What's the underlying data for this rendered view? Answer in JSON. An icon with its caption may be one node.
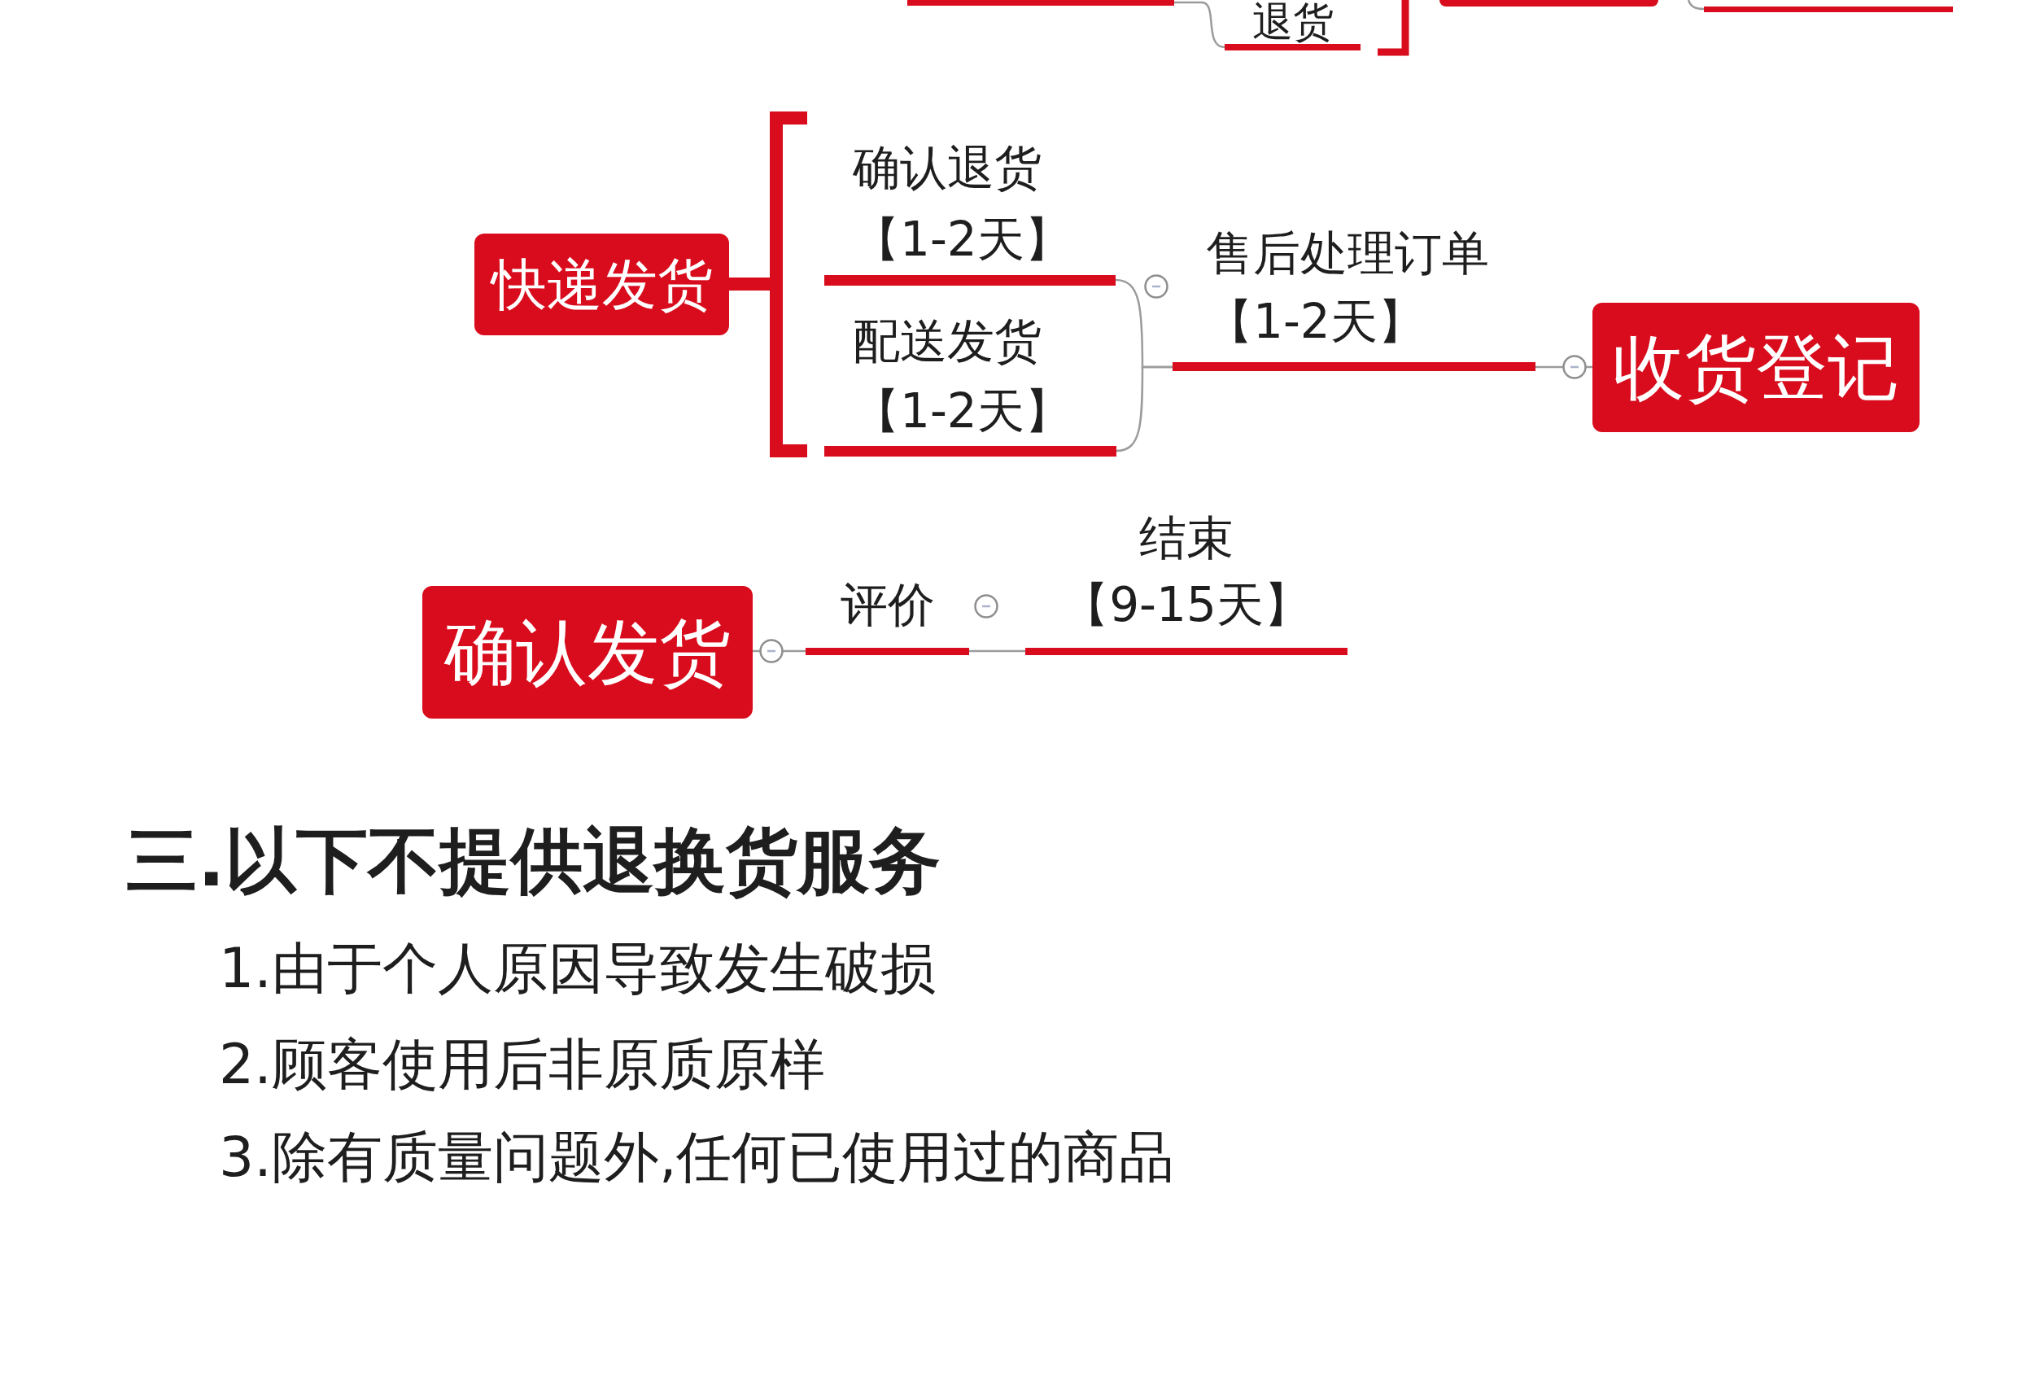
{
  "diagram": {
    "nodes": [
      {
        "text": [],
        "shape": "bar"
      },
      {
        "text": [
          "退货"
        ]
      },
      {
        "text": [],
        "shape": "box"
      },
      {
        "text": [],
        "shape": "bar"
      },
      {
        "text": [
          "快递发货"
        ]
      },
      {
        "text": [
          "确认退货【1-2天】"
        ]
      },
      {
        "text": [
          "配送发货【1-2天】"
        ]
      },
      {
        "text": [
          "售后处理订单【1-2天】"
        ]
      },
      {
        "text": [
          "收货登记"
        ]
      },
      {
        "text": [
          "确认发货"
        ]
      },
      {
        "text": [
          "评价"
        ]
      },
      {
        "text": [
          "结束【9-15天】"
        ]
      }
    ],
    "edges": [
      {
        "from": 0,
        "to": 1,
        "arrow": "none"
      },
      {
        "from": null,
        "to": 3,
        "arrow": "none"
      },
      {
        "from": 4,
        "to": 5,
        "arrow": "none",
        "style": "thick",
        "color": "#d80c1c"
      },
      {
        "from": 4,
        "to": 6,
        "arrow": "none",
        "style": "thick",
        "color": "#d80c1c"
      },
      {
        "from": 5,
        "to": 7,
        "arrow": "none"
      },
      {
        "from": 6,
        "to": 7,
        "arrow": "none"
      },
      {
        "from": 7,
        "to": 8,
        "arrow": "none"
      },
      {
        "from": 9,
        "to": 10,
        "arrow": "none"
      },
      {
        "from": 10,
        "to": 11,
        "arrow": "none"
      }
    ],
    "labels": [
      "三.以下不提供退换货服务",
      "1.由于个人原因导致发生破损",
      "2.顾客使用后非原质原样",
      "3.除有质量问题外,任何已使用过的商品"
    ]
  }
}
